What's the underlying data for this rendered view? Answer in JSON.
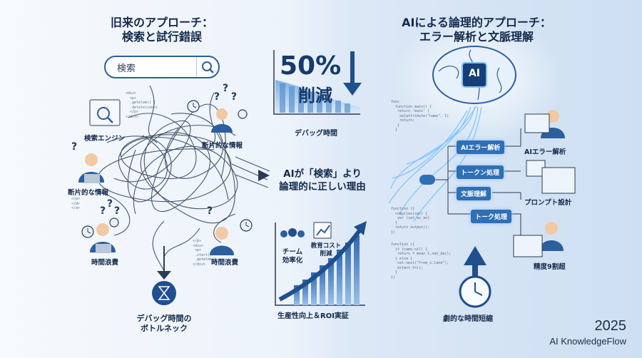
{
  "left": {
    "title_line1": "旧来のアプローチ：",
    "title_line2": "検索と試行錯誤",
    "search_text": "検索",
    "labels": {
      "search_engine": "検索エンジン",
      "fragment_info_right": "断片的な情報",
      "fragment_info_left": "断片的な情報",
      "time_waste_left": "時間浪費",
      "time_waste_right": "時間浪費",
      "bottleneck_line1": "デバッグ時間の",
      "bottleneck_line2": "ボトルネック"
    }
  },
  "center": {
    "percent": "50%",
    "reduction": "削減",
    "debug_time": "デバッグ時間",
    "reason_line1": "AIが「検索」より",
    "reason_line2": "論理的に正しい理由",
    "team": "チーム",
    "efficiency": "効率化",
    "edu_cost": "教育コスト",
    "edu_cut": "削減",
    "productivity": "生産性向上＆ROI実証"
  },
  "right": {
    "title_line1": "AIによる論理的アプローチ：",
    "title_line2": "エラー解析と文脈理解",
    "ai_chip": "AI",
    "flow": {
      "error_analysis_box": "AIエラー解析",
      "token_process_box": "トークン処理",
      "context_box": "文脈理解",
      "token_process_box2": "トーク処理"
    },
    "labels": {
      "error_analysis": "AIエラー解析",
      "prompt_design": "プロンプト設計",
      "accuracy": "精度9割超",
      "time_cut": "劇的な時間短縮"
    }
  },
  "footer": {
    "year": "2025",
    "brand": "AI KnowledgeFlow"
  },
  "colors": {
    "accent": "#2f6fb6",
    "dark": "#13294b",
    "glow": "#8fc1ff"
  }
}
